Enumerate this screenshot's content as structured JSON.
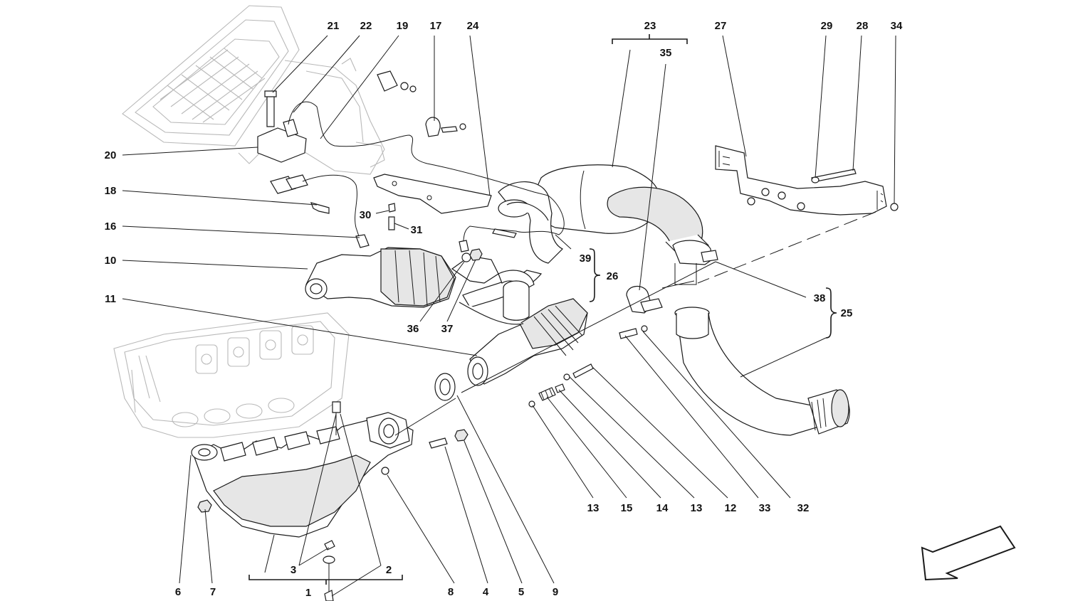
{
  "diagram": {
    "callouts": {
      "c1": "1",
      "c2": "2",
      "c3": "3",
      "c4": "4",
      "c5": "5",
      "c6": "6",
      "c7": "7",
      "c8": "8",
      "c9": "9",
      "c10": "10",
      "c11": "11",
      "c12": "12",
      "c13a": "13",
      "c13b": "13",
      "c14": "14",
      "c15": "15",
      "c16": "16",
      "c17": "17",
      "c18": "18",
      "c19": "19",
      "c20": "20",
      "c21": "21",
      "c22": "22",
      "c23": "23",
      "c24": "24",
      "c25": "25",
      "c26": "26",
      "c27": "27",
      "c28": "28",
      "c29": "29",
      "c30": "30",
      "c31": "31",
      "c32": "32",
      "c33": "33",
      "c34": "34",
      "c35": "35",
      "c36": "36",
      "c37": "37",
      "c38": "38",
      "c39": "39"
    },
    "colors": {
      "line": "#1a1a1a",
      "ghost": "#b9b9b9",
      "fill": "#e6e6e6"
    },
    "icons": {
      "direction": "arrow-direction-icon"
    }
  }
}
